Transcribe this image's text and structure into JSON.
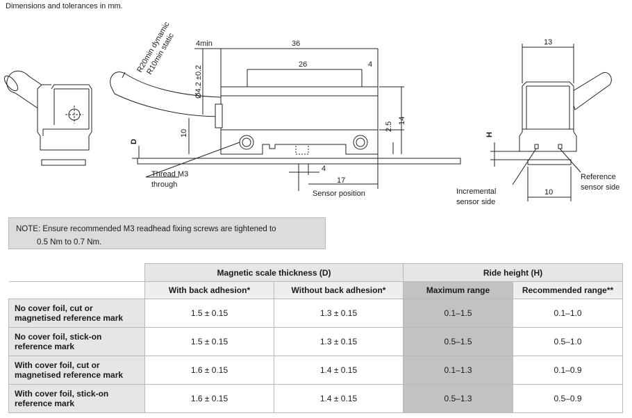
{
  "caption": "Dimensions and tolerances in mm.",
  "drawing": {
    "r20": "R20min dynamic",
    "r10": "R10min static",
    "d4min": "4min",
    "d36": "36",
    "d26": "26",
    "d4top": "4",
    "dia": "Ø4.2 ±0.2",
    "d10": "10",
    "d25": "2.5",
    "d14": "14",
    "dD": "D",
    "thread1": "Thread M3",
    "thread2": "through",
    "d4bot": "4",
    "d17": "17",
    "sensor_pos": "Sensor position",
    "d13": "13",
    "dH": "H",
    "d10r": "10",
    "inc1": "Incremental",
    "inc2": "sensor side",
    "ref1": "Reference",
    "ref2": "sensor side"
  },
  "note": {
    "line1": "NOTE: Ensure recommended M3 readhead fixing screws are tightened to",
    "line2": "0.5 Nm to 0.7 Nm."
  },
  "table": {
    "group1": "Magnetic scale thickness (D)",
    "group2": "Ride height (H)",
    "col1": "With back adhesion*",
    "col2": "Without back adhesion*",
    "col3": "Maximum range",
    "col4": "Recommended range**",
    "rows": [
      {
        "label1": "No cover foil, cut or",
        "label2": "magnetised reference mark",
        "c1": "1.5 ± 0.15",
        "c2": "1.3 ± 0.15",
        "c3": "0.1–1.5",
        "c4": "0.1–1.0"
      },
      {
        "label1": "No cover foil, stick-on",
        "label2": "reference mark",
        "c1": "1.5 ± 0.15",
        "c2": "1.3 ± 0.15",
        "c3": "0.5–1.5",
        "c4": "0.5–1.0"
      },
      {
        "label1": "With cover foil, cut or",
        "label2": "magnetised reference mark",
        "c1": "1.6 ± 0.15",
        "c2": "1.4 ± 0.15",
        "c3": "0.1–1.3",
        "c4": "0.1–0.9"
      },
      {
        "label1": "With cover foil, stick-on",
        "label2": "reference mark",
        "c1": "1.6 ± 0.15",
        "c2": "1.4 ± 0.15",
        "c3": "0.5–1.3",
        "c4": "0.5–0.9"
      }
    ]
  }
}
